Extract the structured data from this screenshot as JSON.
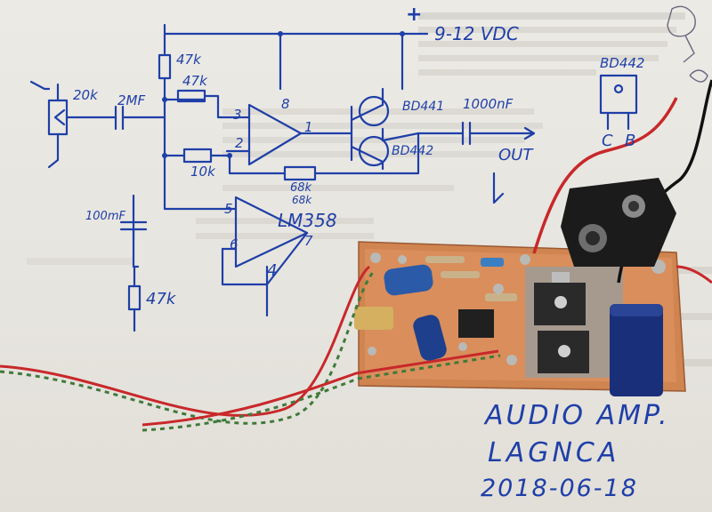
{
  "schematic": {
    "supply_label": "9-12 VDC",
    "plus_label": "+",
    "r_top": "47k",
    "r_fb_top": "47k",
    "pot": "20k",
    "cap_in": "2MF",
    "pin3": "3",
    "pin8": "8",
    "pin1": "1",
    "pin2": "2",
    "pin5": "5",
    "pin6": "6",
    "pin7": "7",
    "pin4": "4",
    "r_mid": "10k",
    "r_fb": "68k",
    "r_fb_alt": "68k",
    "q_top": "BD441",
    "q_bot": "BD442",
    "cap_out": "1000nF",
    "out_label": "OUT",
    "cap_bypass": "100mF",
    "r_bottom": "47k",
    "opamp": "LM358",
    "pinout_part": "BD442",
    "pinout_c": "C",
    "pinout_b": "B"
  },
  "caption": {
    "line1": "AUDIO AMP.",
    "line2": "LAGNCA",
    "line3": "2018-06-18"
  },
  "colors": {
    "ink": "#1f3fa8",
    "board": "#d98b58",
    "wire_red": "#c8282a",
    "wire_green": "#3f7a3a",
    "cap_blue": "#1a2f7a"
  }
}
